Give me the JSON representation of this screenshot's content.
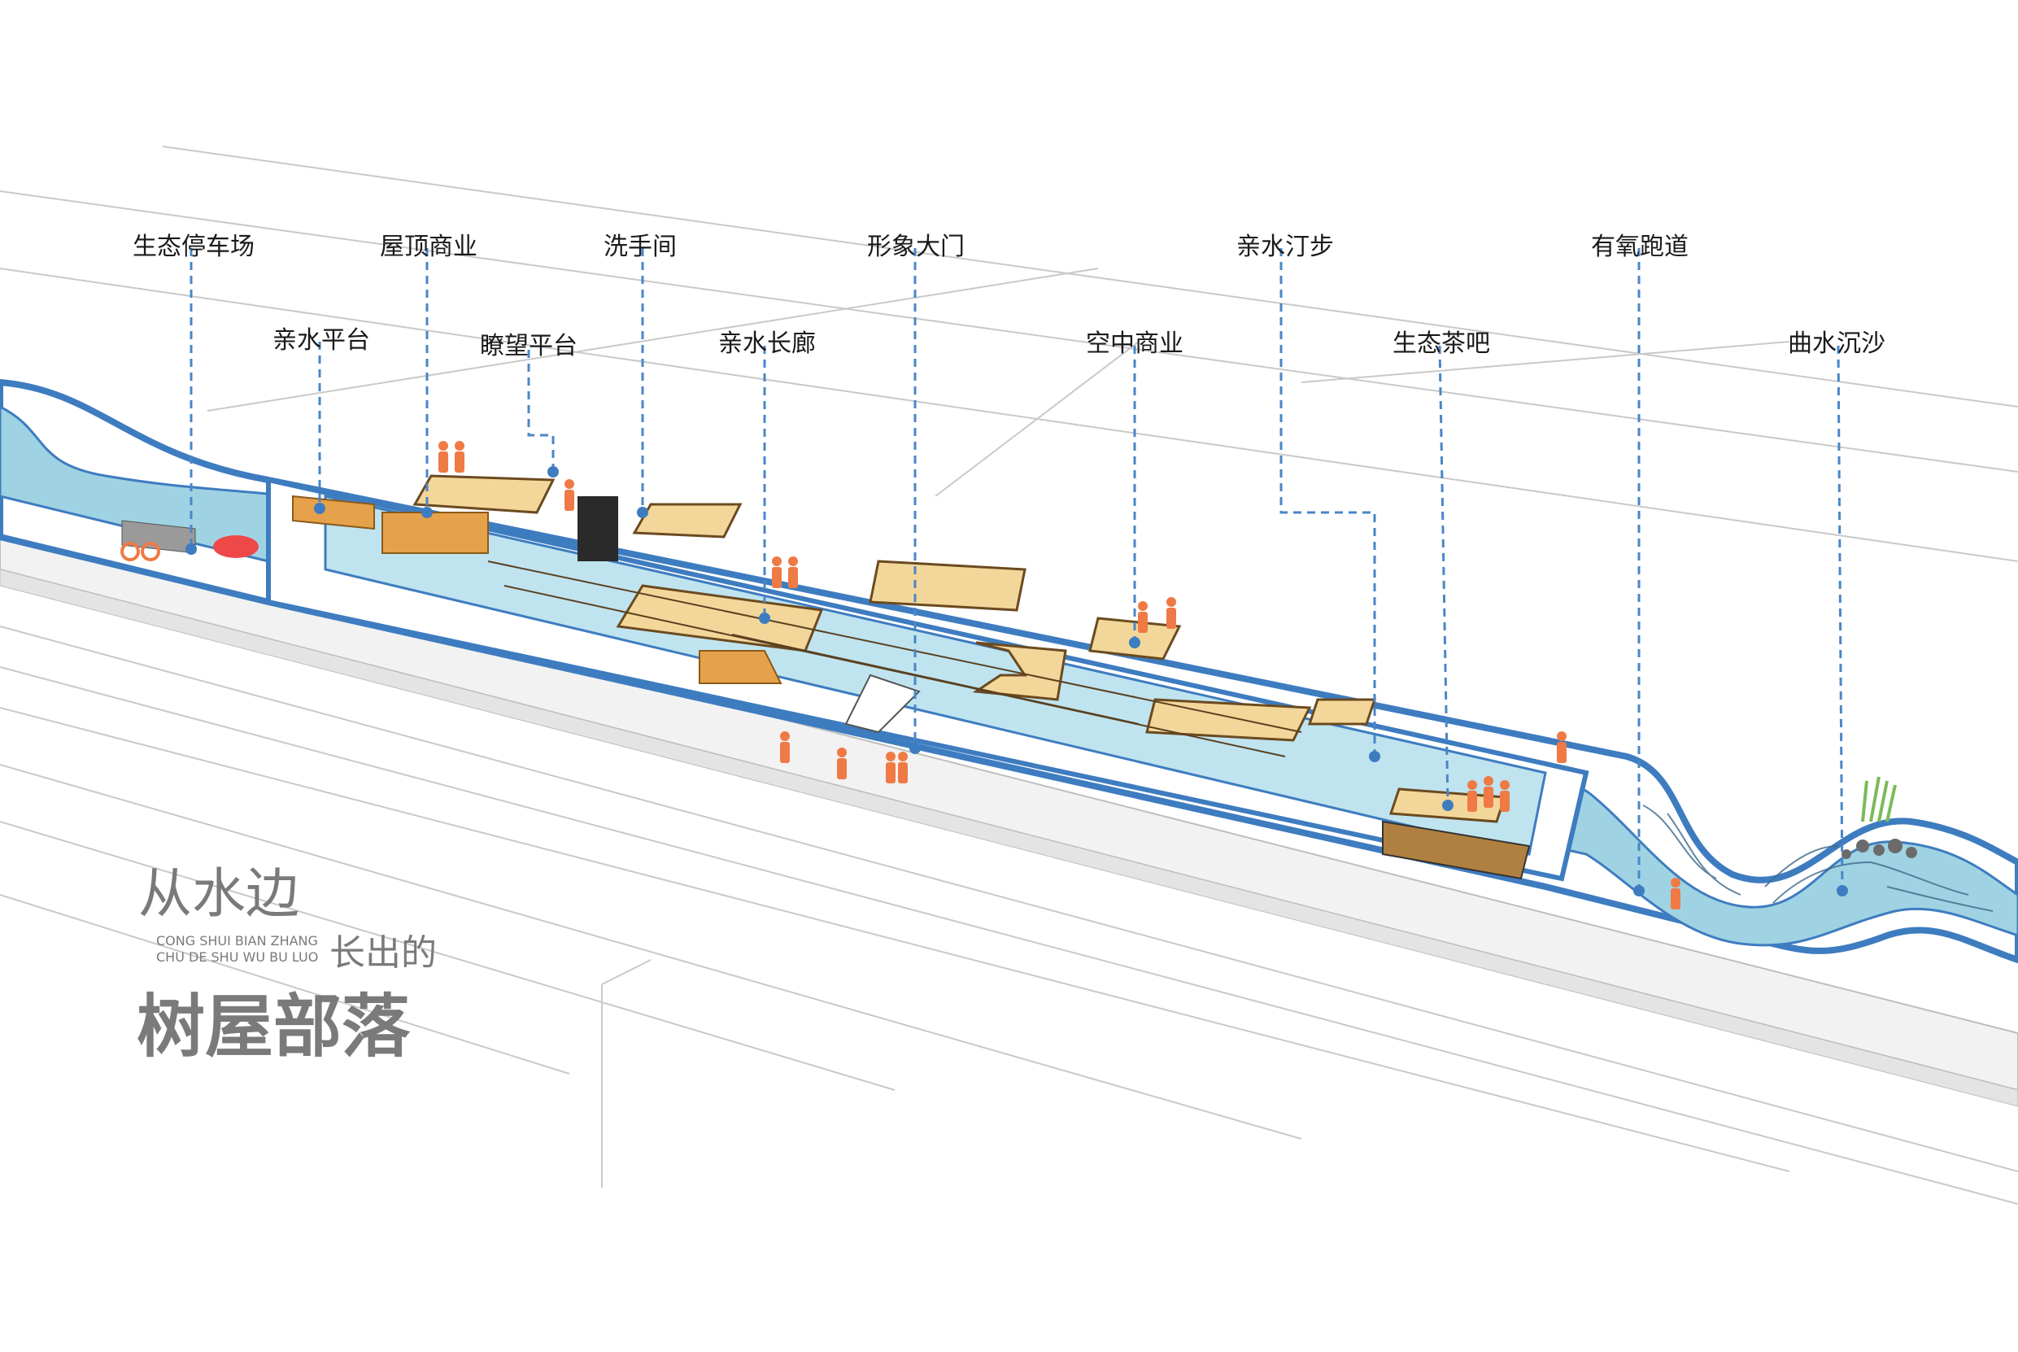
{
  "callouts": [
    {
      "id": "eco-parking",
      "label": "生态停车场"
    },
    {
      "id": "rooftop-commerce",
      "label": "屋顶商业"
    },
    {
      "id": "restroom",
      "label": "洗手间"
    },
    {
      "id": "image-gate",
      "label": "形象大门"
    },
    {
      "id": "water-steps",
      "label": "亲水汀步"
    },
    {
      "id": "aerobic-track",
      "label": "有氧跑道"
    },
    {
      "id": "water-platform",
      "label": "亲水平台"
    },
    {
      "id": "viewing-platform",
      "label": "瞭望平台"
    },
    {
      "id": "water-corridor",
      "label": "亲水长廊"
    },
    {
      "id": "sky-commerce",
      "label": "空中商业"
    },
    {
      "id": "eco-tea-bar",
      "label": "生态茶吧"
    },
    {
      "id": "meander-sand",
      "label": "曲水沉沙"
    }
  ],
  "title": {
    "line1": "从水边",
    "line2": "长出的",
    "line3": "树屋部落",
    "pinyin1": "CONG SHUI BIAN ZHANG",
    "pinyin2": "CHU DE SHU WU BU LUO"
  },
  "colors": {
    "water": "#9fd3e3",
    "water_edge": "#3e7cc0",
    "roof": "#f3d79a",
    "deck": "#e6a24a",
    "people": "#ef7a45",
    "callout_line": "#4a86c8",
    "title_gray": "#7a7a7a"
  }
}
